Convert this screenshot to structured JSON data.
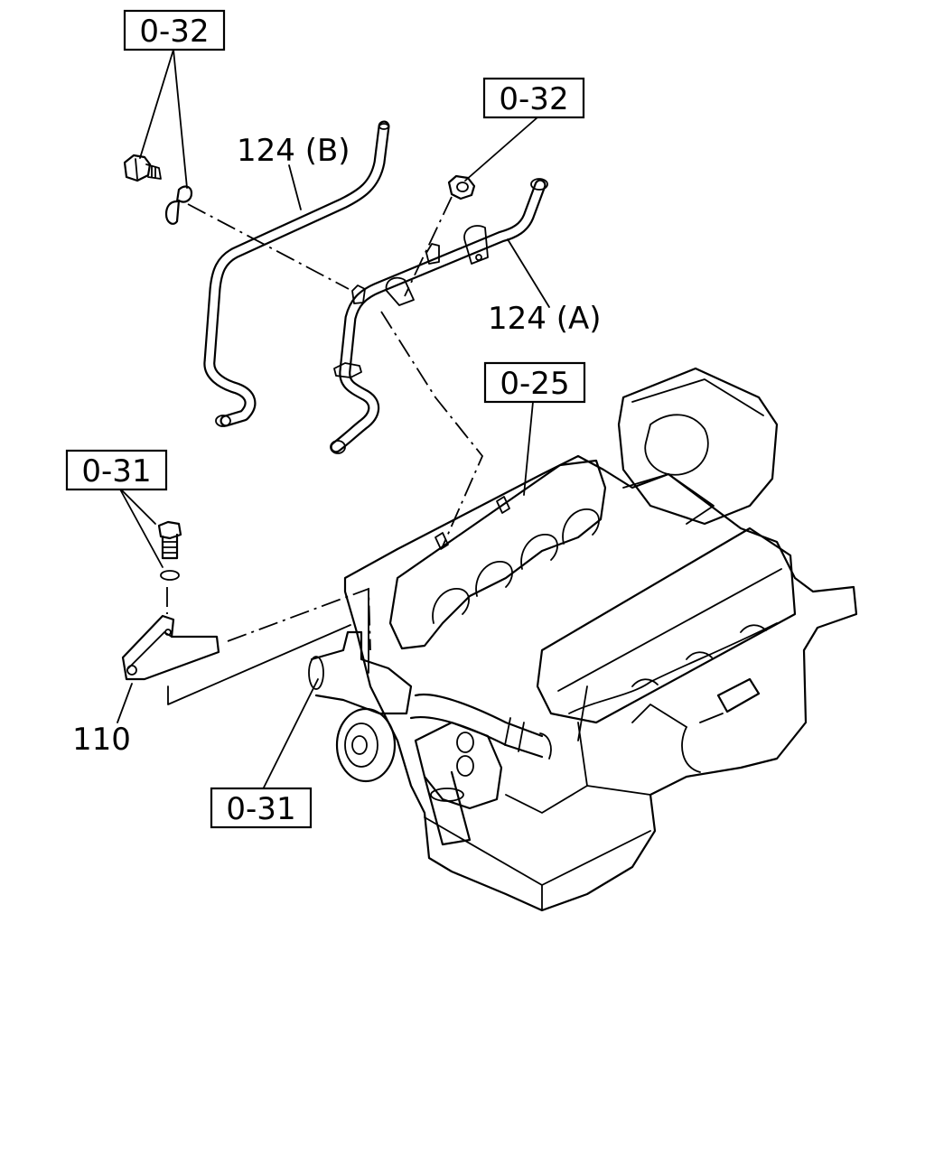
{
  "callouts": {
    "ref_top_left": "0-32",
    "ref_top_mid": "0-32",
    "ref_engine": "0-25",
    "ref_left_bolt": "0-31",
    "ref_bottom": "0-31"
  },
  "parts": {
    "pipe_b": "124 (B)",
    "pipe_a": "124 (A)",
    "bracket": "110"
  }
}
